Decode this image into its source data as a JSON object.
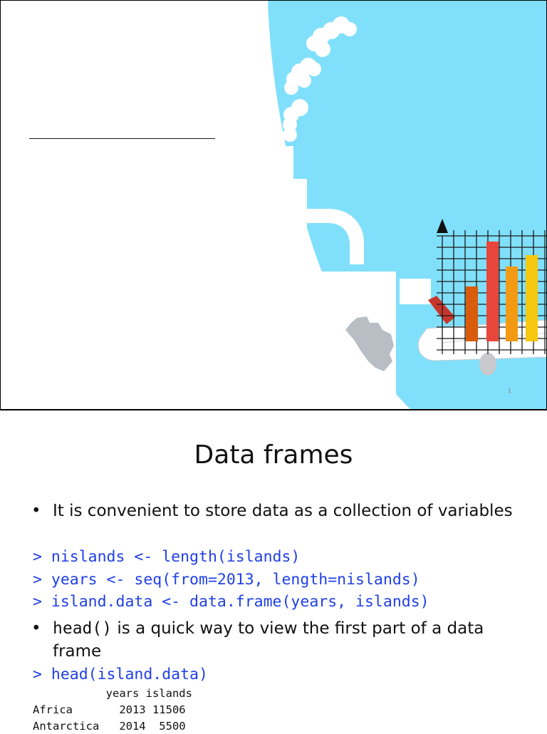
{
  "slide1": {
    "page_number": "1"
  },
  "slide2": {
    "title": "Data frames",
    "bullet1": "It is convenient to store data as a collection of variables",
    "code": [
      "> nislands <- length(islands)",
      "> years <- seq(from=2013, length=nislands)",
      "> island.data <- data.frame(years, islands)"
    ],
    "bullet2_code": "head()",
    "bullet2_text": " is a quick way to view the first part of a data frame",
    "code2": "> head(island.data)",
    "output": [
      "           years islands",
      "Africa       2013 11506",
      "Antarctica   2014  5500"
    ]
  },
  "colors": {
    "sky": "#80e0fb",
    "code_blue": "#1f3fe6",
    "bar_dark_orange": "#d85c0c",
    "bar_red": "#e8463a",
    "bar_orange": "#f39a12",
    "bar_yellow": "#f5c70f"
  }
}
